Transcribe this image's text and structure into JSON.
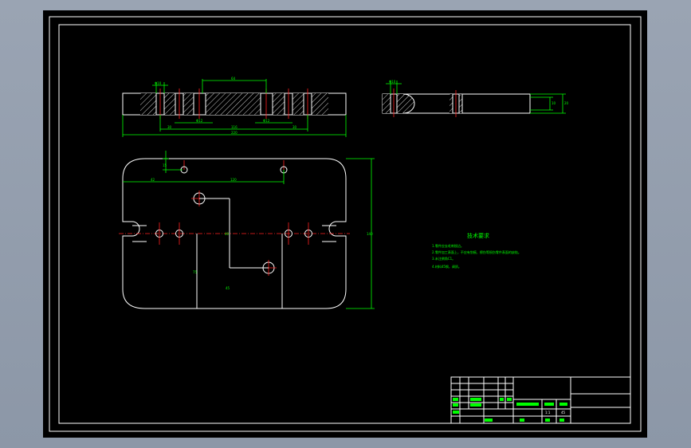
{
  "drawing": {
    "dims": {
      "top_hole_width": "Φ10",
      "top_slot_width": "64",
      "top_hole_a": "Φ12",
      "top_hole_b": "Φ12",
      "top_left_offset": "30",
      "top_center_span": "116",
      "top_right_offset": "30",
      "top_total_length": "220",
      "side_hole": "Φ10",
      "side_small_h": "10",
      "side_total_h": "20",
      "plan_top_offset": "15",
      "plan_left_offset": "42",
      "plan_hole_span": "120",
      "plan_height": "140",
      "plan_mid_label": "40",
      "plan_v_left": "75",
      "plan_v_mid": "45"
    },
    "tech_title": "技术要求",
    "tech_notes": [
      "1.零件应去毛刺锐边。",
      "2.零件加工表面上，不应有划痕、擦伤等损伤零件表面的缺陷。",
      "3.未注倒角C1。",
      "4.材料45钢，调质。"
    ],
    "title_block": {
      "scale": "1:1",
      "material": "45"
    }
  }
}
